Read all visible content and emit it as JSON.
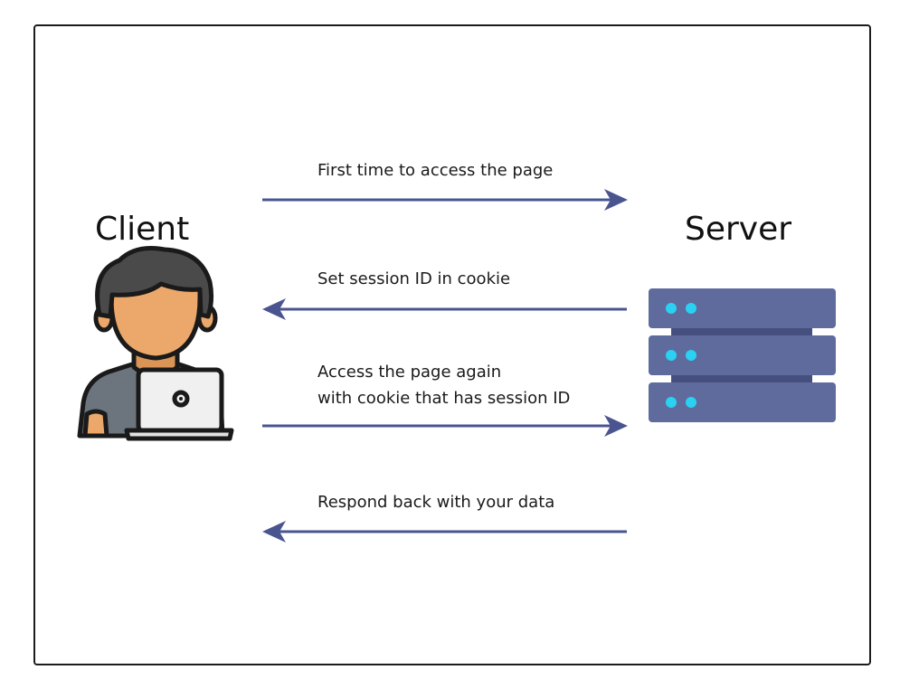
{
  "actors": {
    "client": "Client",
    "server": "Server"
  },
  "messages": [
    {
      "lines": [
        "First time to access the page"
      ],
      "direction": "client-to-server"
    },
    {
      "lines": [
        "Set session ID in cookie"
      ],
      "direction": "server-to-client"
    },
    {
      "lines": [
        "Access the page again",
        "with cookie that has session ID"
      ],
      "direction": "client-to-server"
    },
    {
      "lines": [
        "Respond back with your data"
      ],
      "direction": "server-to-client"
    }
  ],
  "icons": {
    "client": "person-with-laptop-icon",
    "server": "server-rack-icon"
  },
  "colors": {
    "arrow": "#4a5590",
    "server_body": "#5f6b9c",
    "server_lights": "#2ad1f2",
    "skin": "#eba86a",
    "hair": "#4a4a4a",
    "shirt": "#6c747e",
    "laptop": "#f0f0f0"
  }
}
